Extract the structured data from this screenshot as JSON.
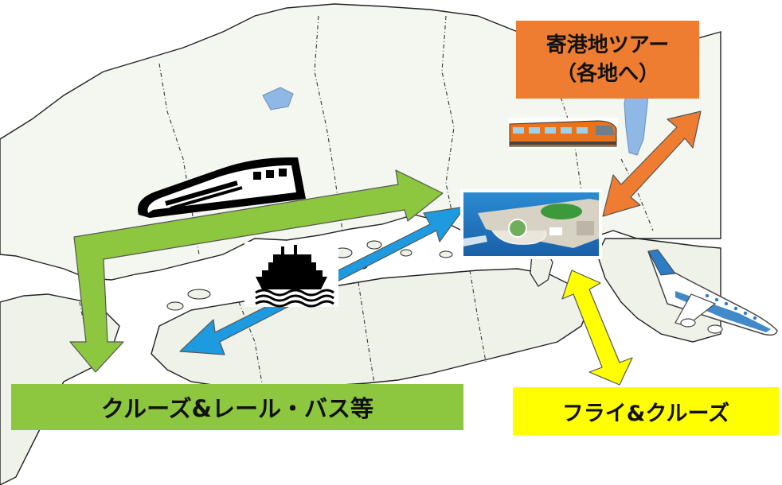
{
  "labels": {
    "port_tour": {
      "line1": "寄港地ツアー",
      "line2": "（各地へ）"
    },
    "cruise_rail": "クルーズ&レール・バス等",
    "fly_cruise": "フライ&クルーズ"
  },
  "colors": {
    "land": "#f4f6f0",
    "land_shade": "#dfe8d6",
    "coast": "#222222",
    "lake": "#8fb8e6",
    "rail_arrow": "#8DC63F",
    "ship_arrow": "#1E9BE0",
    "fly_arrow": "#FFFF00",
    "tour_arrow": "#EE7D31",
    "arrow_outline": "#555555",
    "port_tour_box": "#EE7D31",
    "cruise_rail_box": "#8DC63F",
    "fly_cruise_box": "#FFFF00",
    "train_body": "#E8731A",
    "plane_body": "#2E7CC4"
  },
  "icons": [
    "shinkansen-icon",
    "ship-icon",
    "train-icon",
    "airplane-icon",
    "port-photo"
  ]
}
